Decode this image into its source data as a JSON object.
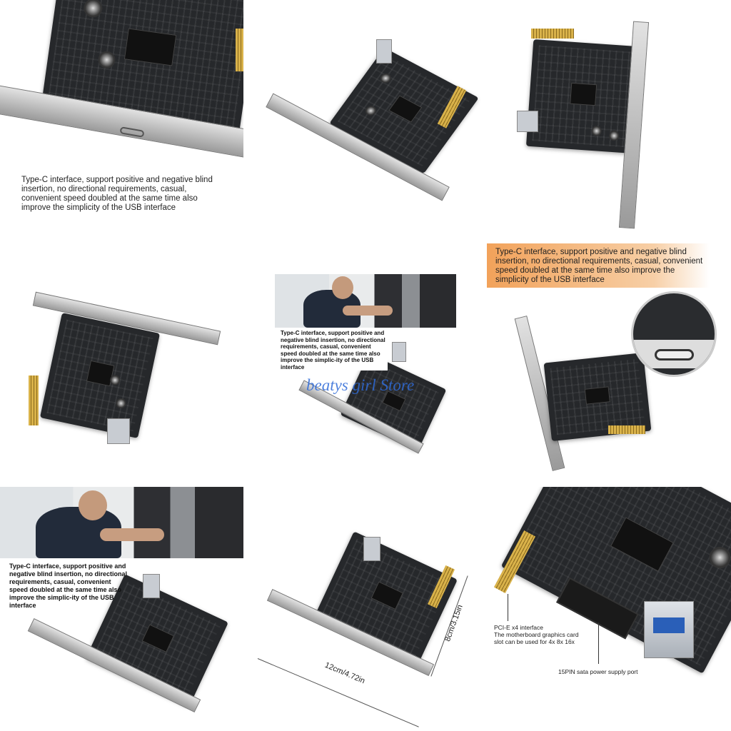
{
  "panels": {
    "p1": {
      "caption": "Type-C interface, support positive and negative blind insertion, no directional requirements, casual, convenient speed doubled at the same time also improve the simplicity of the USB interface"
    },
    "p5": {
      "caption": "Type-C interface, support positive and negative blind insertion, no directional requirements, casual, convenient speed doubled at the same time also improve the simplic-ity of the USB interface",
      "watermark": "beatys girl Store"
    },
    "p6": {
      "caption": "Type-C interface, support positive and negative blind insertion, no directional requirements, casual, convenient speed doubled at the same time also improve the simplicity of the USB interface",
      "banner_color": "#f2a25a"
    },
    "p7": {
      "caption": "Type-C interface, support positive and negative blind insertion, no directional requirements, casual, convenient speed doubled at the same time also improve the simplic-ity of the USB interface"
    },
    "p8": {
      "width_label": "12cm/4.72in",
      "height_label": "8cm/3.15in"
    },
    "p9": {
      "pcie_label_1": "PCI-E x4 interface",
      "pcie_label_2": "The motherboard graphics card",
      "pcie_label_3": "slot can be used for 4x 8x 16x",
      "sata_label": "15PIN sata power supply port"
    }
  }
}
